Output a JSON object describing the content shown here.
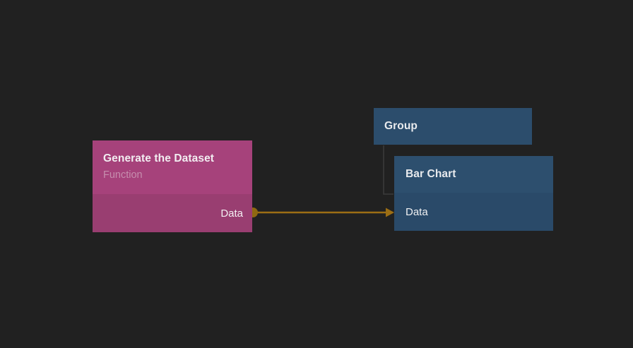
{
  "editor": {
    "background_color": "#212121",
    "tree_connector_color": "#3c3c3c"
  },
  "nodes": {
    "generate_dataset": {
      "title": "Generate the Dataset",
      "subtitle": "Function",
      "header_color": "#a6427b",
      "body_color": "#993e71",
      "title_color": "#f2edf1",
      "subtitle_color": "#c68eae",
      "outputs": [
        {
          "label": "Data"
        }
      ]
    },
    "group": {
      "title": "Group",
      "header_color": "#2c4d6c",
      "title_color": "#e9ebee"
    },
    "bar_chart": {
      "title": "Bar Chart",
      "header_color": "#2d4f6e",
      "body_color": "#2a4a69",
      "title_color": "#e9ebee",
      "inputs": [
        {
          "label": "Data"
        }
      ]
    }
  },
  "connection": {
    "from_node": "Generate the Dataset",
    "from_port": "Data",
    "to_node": "Bar Chart",
    "to_port": "Data",
    "wire_color": "#9c6e14",
    "port_dot_color": "#8e6911"
  }
}
